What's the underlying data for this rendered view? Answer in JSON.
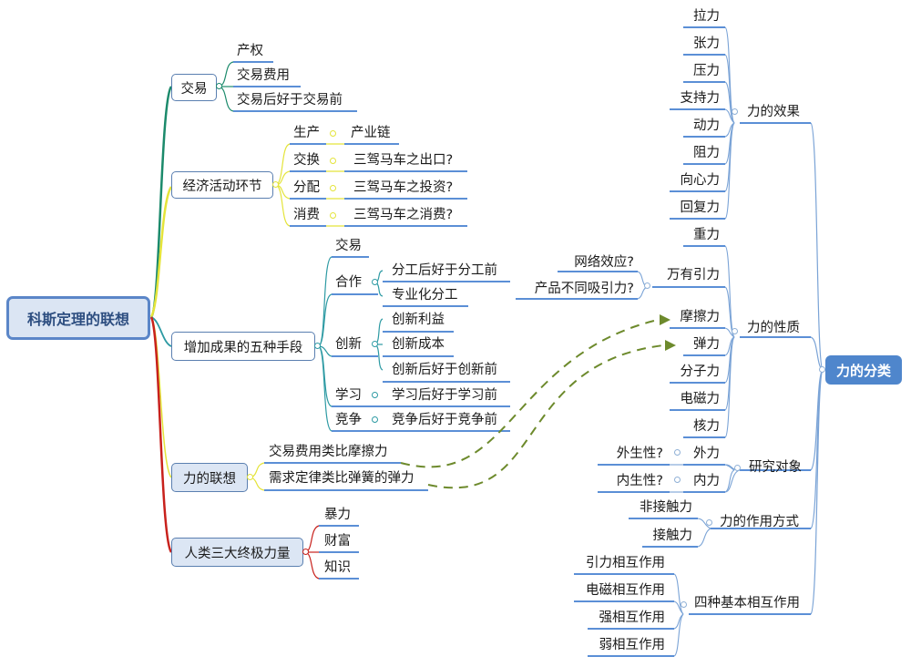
{
  "left_map": {
    "root": "科斯定理的联想",
    "branches": [
      {
        "label": "交易",
        "children": [
          "产权",
          "交易费用",
          "交易后好于交易前"
        ]
      },
      {
        "label": "经济活动环节",
        "children": [
          {
            "label": "生产",
            "child": "产业链"
          },
          {
            "label": "交换",
            "child": "三驾马车之出口?"
          },
          {
            "label": "分配",
            "child": "三驾马车之投资?"
          },
          {
            "label": "消费",
            "child": "三驾马车之消费?"
          }
        ]
      },
      {
        "label": "增加成果的五种手段",
        "children": [
          {
            "label": "交易",
            "children": []
          },
          {
            "label": "合作",
            "children": [
              "分工后好于分工前",
              "专业化分工"
            ]
          },
          {
            "label": "创新",
            "children": [
              "创新利益",
              "创新成本",
              "创新后好于创新前"
            ]
          },
          {
            "label": "学习",
            "children": [
              "学习后好于学习前"
            ]
          },
          {
            "label": "竞争",
            "children": [
              "竞争后好于竞争前"
            ]
          }
        ]
      },
      {
        "label": "力的联想",
        "children": [
          "交易费用类比摩擦力",
          "需求定律类比弹簧的弹力"
        ]
      },
      {
        "label": "人类三大终极力量",
        "children": [
          "暴力",
          "财富",
          "知识"
        ]
      }
    ]
  },
  "right_map": {
    "root": "力的分类",
    "branches": [
      {
        "label": "力的效果",
        "children": [
          "拉力",
          "张力",
          "压力",
          "支持力",
          "动力",
          "阻力",
          "向心力",
          "回复力"
        ]
      },
      {
        "label": "力的性质",
        "children": [
          "重力",
          "万有引力",
          "摩擦力",
          "弹力",
          "分子力",
          "电磁力",
          "核力"
        ],
        "gravity_children": [
          "网络效应?",
          "产品不同吸引力?"
        ]
      },
      {
        "label": "研究对象",
        "children": [
          {
            "label": "外力",
            "child": "外生性?"
          },
          {
            "label": "内力",
            "child": "内生性?"
          }
        ]
      },
      {
        "label": "力的作用方式",
        "children": [
          "非接触力",
          "接触力"
        ]
      },
      {
        "label": "四种基本相互作用",
        "children": [
          "引力相互作用",
          "电磁相互作用",
          "强相互作用",
          "弱相互作用"
        ]
      }
    ]
  },
  "relationships": [
    {
      "from": "交易费用类比摩擦力",
      "to": "摩擦力"
    },
    {
      "from": "需求定律类比弹簧的弹力",
      "to": "弹力"
    }
  ],
  "colors": {
    "branch_line": "#5b8fd6",
    "trunk_green": "#1b8a6b",
    "trunk_yellow": "#e4e43a",
    "trunk_teal": "#2d9aa3",
    "trunk_red": "#c8211c",
    "relation": "#6d8a2c",
    "root_fill": "#dbe5f3",
    "right_root_fill": "#4f86cc"
  }
}
